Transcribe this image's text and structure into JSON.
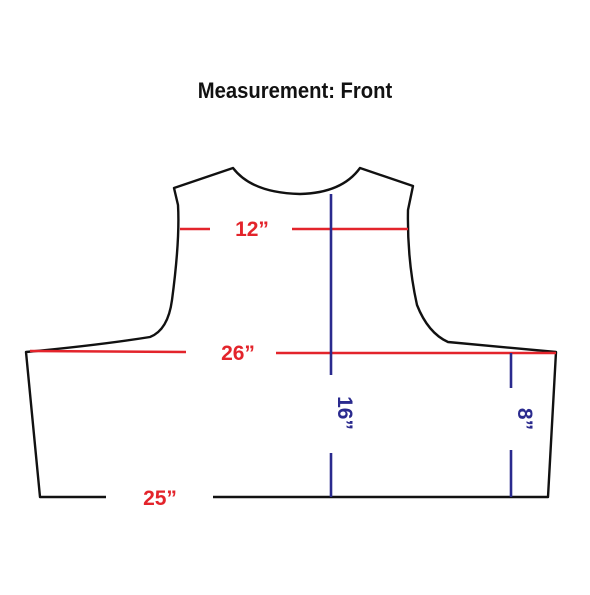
{
  "title": "Measurement: Front",
  "colors": {
    "outline": "#111111",
    "horizontal": "#e3242b",
    "vertical": "#2a2a8e",
    "background": "#ffffff"
  },
  "measurements": {
    "upper_width": "12”",
    "chest_width": "26”",
    "bottom_width": "25”",
    "center_height": "16”",
    "side_height": "8”"
  }
}
